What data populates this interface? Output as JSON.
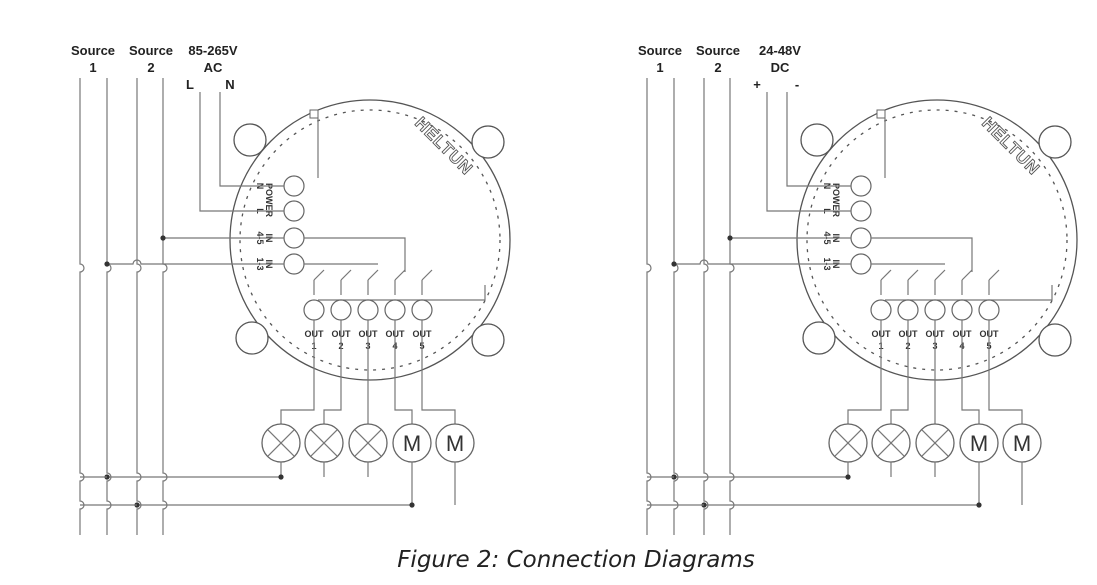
{
  "figure": {
    "caption": "Figure 2: Connection Diagrams",
    "brand": "HELTUN",
    "left": {
      "source1": [
        "Source",
        "1"
      ],
      "source2": [
        "Source",
        "2"
      ],
      "supply": [
        "85-265V",
        "AC"
      ],
      "pole_a": "L",
      "pole_b": "N"
    },
    "right": {
      "source1": [
        "Source",
        "1"
      ],
      "source2": [
        "Source",
        "2"
      ],
      "supply": [
        "24-48V",
        "DC"
      ],
      "pole_a": "+",
      "pole_b": "-"
    },
    "terminals": {
      "power": "POWER",
      "n": "N",
      "l": "L",
      "in": "IN",
      "in45": "4-5",
      "in13": "1-3"
    },
    "outputs": [
      {
        "label": "OUT",
        "num": "1"
      },
      {
        "label": "OUT",
        "num": "2"
      },
      {
        "label": "OUT",
        "num": "3"
      },
      {
        "label": "OUT",
        "num": "4"
      },
      {
        "label": "OUT",
        "num": "5"
      }
    ],
    "loads": [
      {
        "kind": "lamp",
        "text": ""
      },
      {
        "kind": "lamp",
        "text": ""
      },
      {
        "kind": "lamp",
        "text": ""
      },
      {
        "kind": "motor",
        "text": "M"
      },
      {
        "kind": "motor",
        "text": "M"
      }
    ]
  }
}
